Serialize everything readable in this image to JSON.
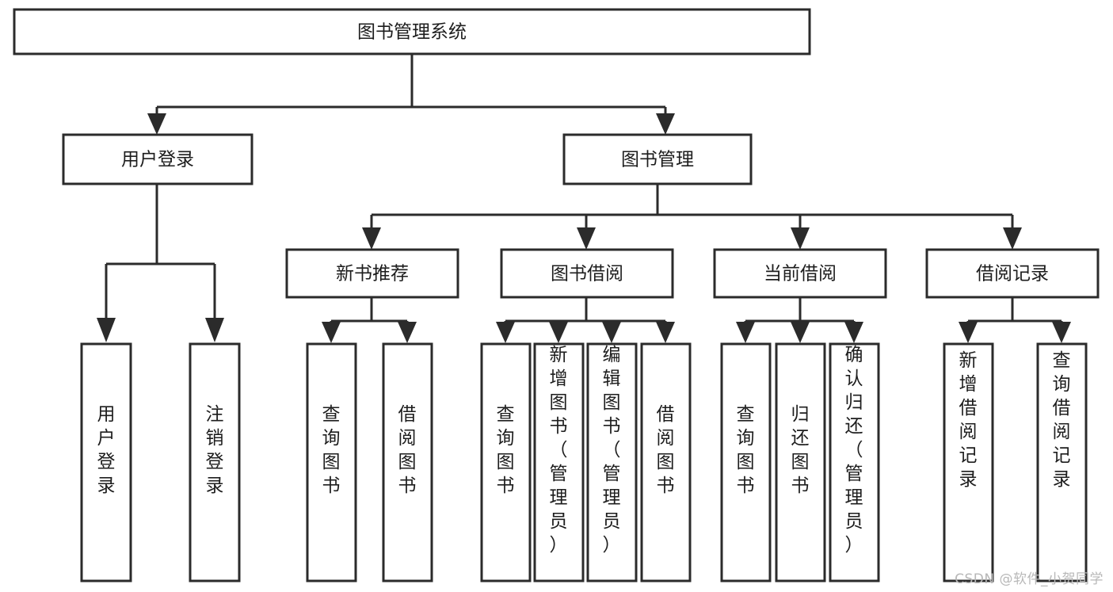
{
  "diagram": {
    "title": "图书管理系统",
    "watermark": "CSDN @软件_小贺同学",
    "colors": {
      "stroke": "#2b2b2b",
      "box_fill": "#ffffff",
      "text": "#1d1d1d",
      "watermark": "#b8b8b8",
      "background": "#ffffff"
    },
    "root": {
      "label": "图书管理系统"
    },
    "level2": [
      {
        "label": "用户登录"
      },
      {
        "label": "图书管理"
      }
    ],
    "level3": [
      {
        "label": "新书推荐"
      },
      {
        "label": "图书借阅"
      },
      {
        "label": "当前借阅"
      },
      {
        "label": "借阅记录"
      }
    ],
    "leaves": {
      "user_login": [
        {
          "label": "用户登录"
        },
        {
          "label": "注销登录"
        }
      ],
      "new_book_recommend": [
        {
          "label": "查询图书"
        },
        {
          "label": "借阅图书"
        }
      ],
      "book_borrow": [
        {
          "label": "查询图书"
        },
        {
          "label": "新增图书（管理员）"
        },
        {
          "label": "编辑图书（管理员）"
        },
        {
          "label": "借阅图书"
        }
      ],
      "current_borrow": [
        {
          "label": "查询图书"
        },
        {
          "label": "归还图书"
        },
        {
          "label": "确认归还（管理员）"
        }
      ],
      "borrow_record": [
        {
          "label": "新增借阅记录"
        },
        {
          "label": "查询借阅记录"
        }
      ]
    }
  }
}
